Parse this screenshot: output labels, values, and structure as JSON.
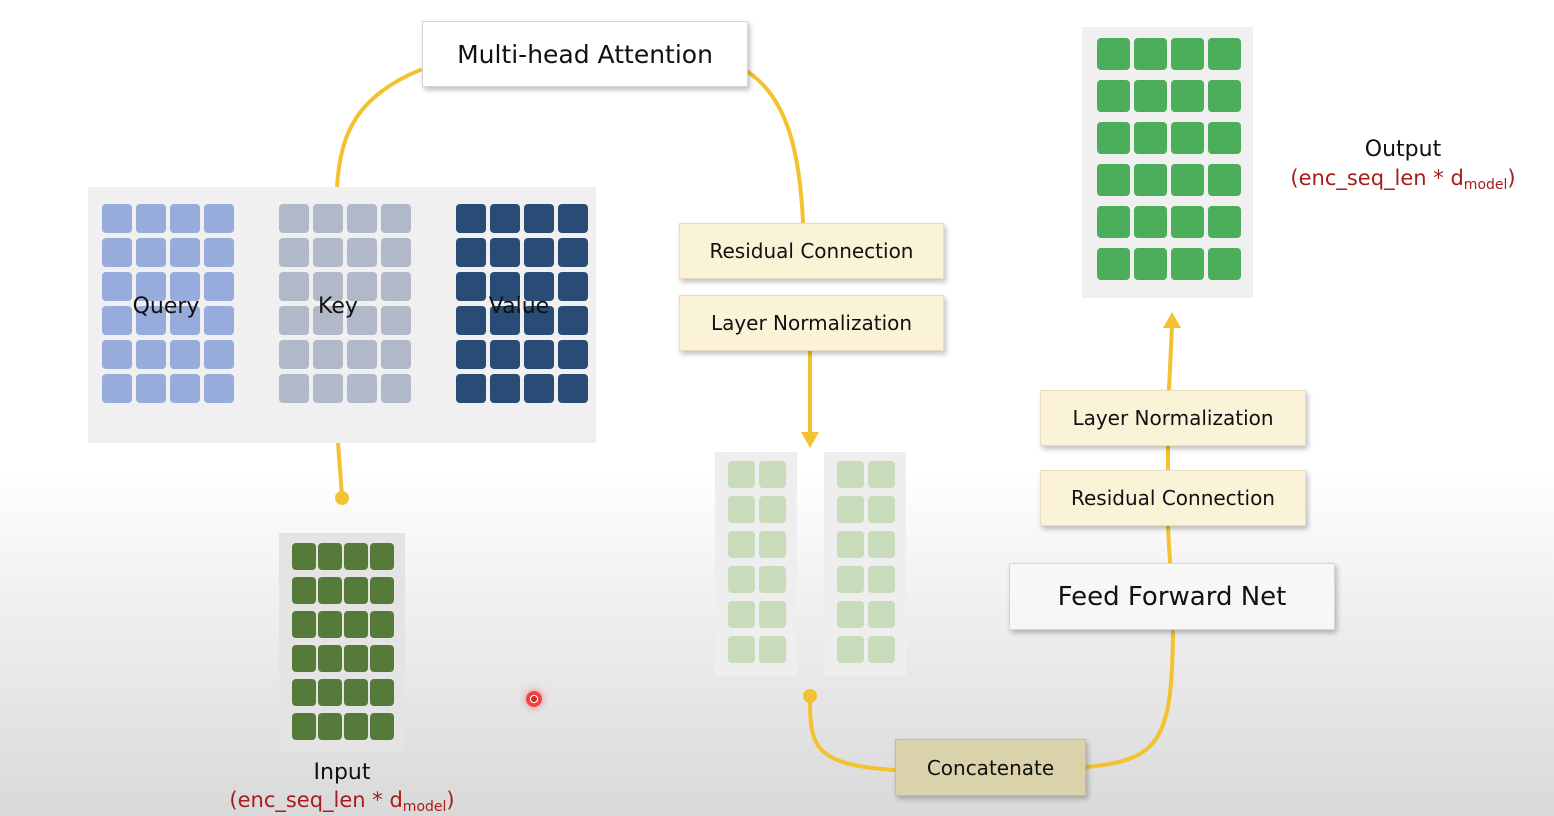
{
  "nodes": {
    "multihead": "Multi-head Attention",
    "residual_1": "Residual Connection",
    "layernorm_1": "Layer Normalization",
    "layernorm_2": "Layer Normalization",
    "residual_2": "Residual Connection",
    "ffn": "Feed Forward Net",
    "concat": "Concatenate"
  },
  "matrices": {
    "query": "Query",
    "key": "Key",
    "value": "Value"
  },
  "input": {
    "label": "Input",
    "dim_main": "(enc_seq_len * d",
    "dim_sub": "model",
    "dim_close": ")"
  },
  "output": {
    "label": "Output",
    "dim_main": "(enc_seq_len * d",
    "dim_sub": "model",
    "dim_close": ")"
  },
  "colors": {
    "connector": "#f2c230",
    "query": "#97acdc",
    "key": "#b1b9c9",
    "value": "#294c76",
    "input": "#557a3a",
    "head": "#c8dcbc",
    "output": "#4cae5a",
    "dimension_text": "#a81c1c"
  },
  "icons": [
    "cursor-pointer-icon"
  ]
}
